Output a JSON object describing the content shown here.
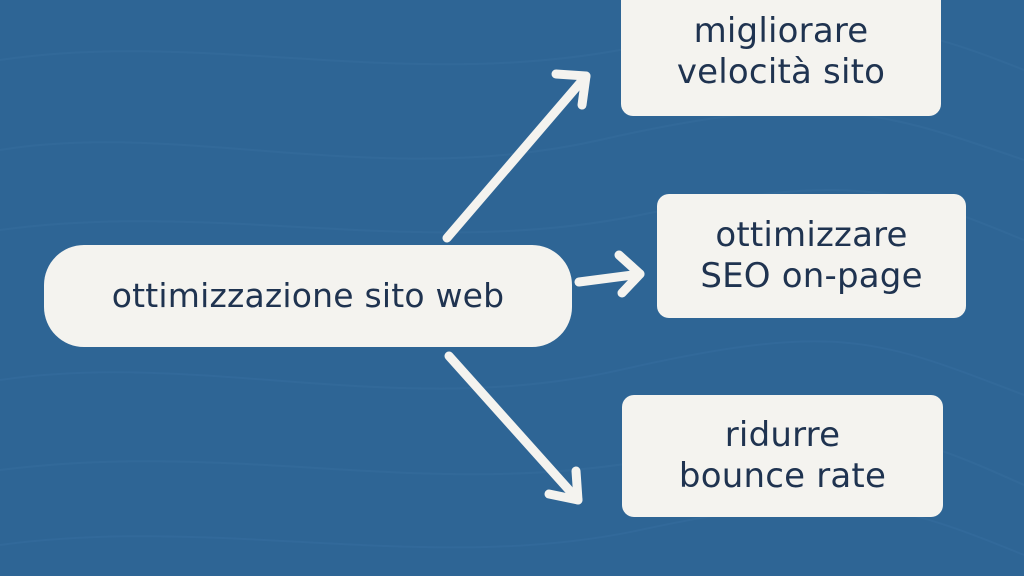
{
  "diagram": {
    "root": {
      "label": "ottimizzazione sito web"
    },
    "branches": [
      {
        "line1": "migliorare",
        "line2": "velocità sito"
      },
      {
        "line1": "ottimizzare",
        "line2": "SEO on-page"
      },
      {
        "line1": "ridurre",
        "line2": "bounce rate"
      }
    ]
  },
  "colors": {
    "background": "#2e6595",
    "node_fill": "#f4f3ef",
    "text": "#1f3350",
    "arrow": "#f4f3ef"
  }
}
